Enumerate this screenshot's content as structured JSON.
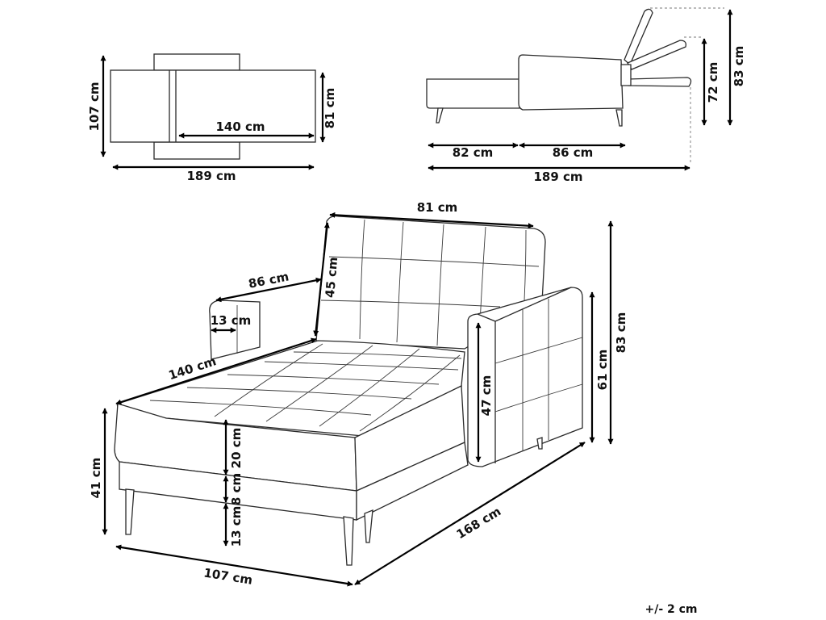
{
  "labels": {
    "top_depth": "107 cm",
    "top_seat_length": "140 cm",
    "top_arm_width": "81 cm",
    "top_total_length": "189 cm",
    "side_seat": "82 cm",
    "side_back_section": "86 cm",
    "side_total": "189 cm",
    "side_height_mid": "72 cm",
    "side_height_full": "83 cm",
    "back_width": "81 cm",
    "back_height": "45 cm",
    "arm_length": "86 cm",
    "arm_thickness": "13 cm",
    "seat_length": "140 cm",
    "cushion_height": "20 cm",
    "base_height": "8 cm",
    "leg_height": "13 cm",
    "seat_height": "41 cm",
    "inner_arm_height": "47 cm",
    "arm_height": "61 cm",
    "total_height": "83 cm",
    "depth": "107 cm",
    "total_length": "168 cm",
    "tolerance": "+/- 2 cm"
  }
}
